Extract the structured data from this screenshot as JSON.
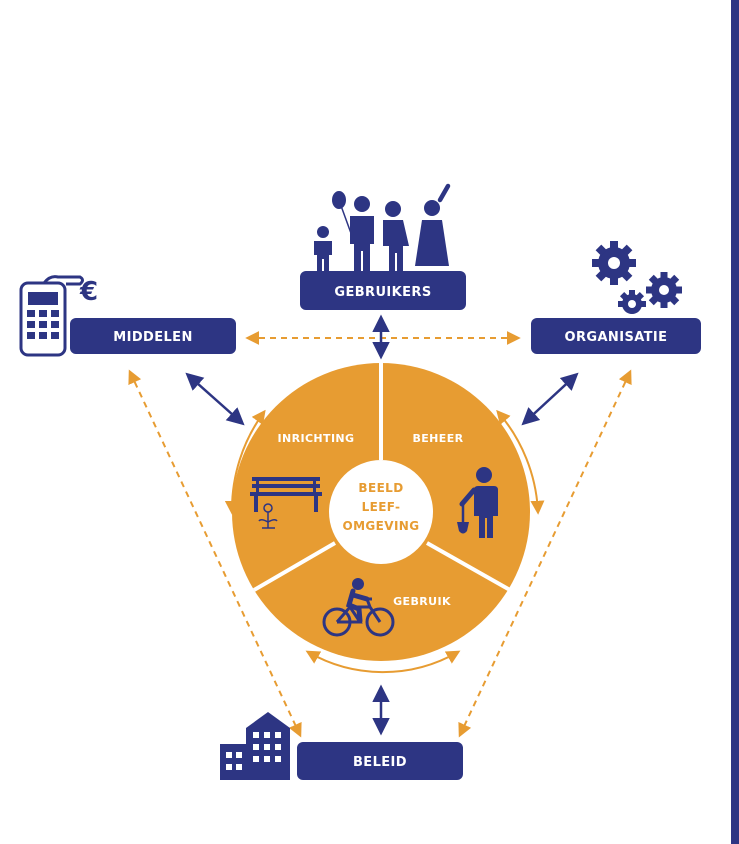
{
  "colors": {
    "navy": "#2d3583",
    "orange": "#e79c32",
    "white": "#ffffff"
  },
  "nodes": {
    "gebruikers": "GEBRUIKERS",
    "middelen": "MIDDELEN",
    "organisatie": "ORGANISATIE",
    "beleid": "BELEID"
  },
  "center": {
    "line1": "BEELD",
    "line2": "LEEF-",
    "line3": "OMGEVING"
  },
  "segments": {
    "inrichting": "INRICHTING",
    "beheer": "BEHEER",
    "gebruik": "GEBRUIK"
  },
  "icons": {
    "gebruikers": "family-with-balloon-icon",
    "middelen": "calculator-euro-icon",
    "organisatie": "gears-icon",
    "beleid": "buildings-icon",
    "inrichting": "park-bench-icon",
    "beheer": "gardener-with-shovel-icon",
    "gebruik": "cyclist-icon"
  }
}
